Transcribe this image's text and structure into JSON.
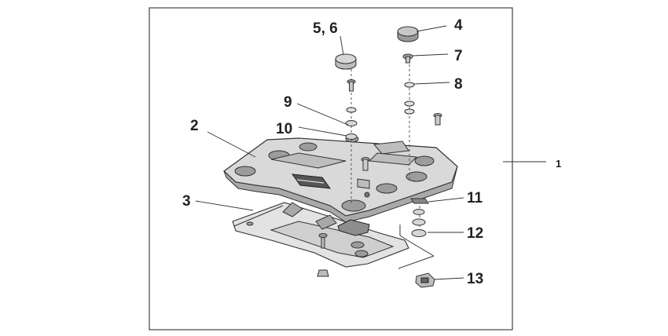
{
  "diagram": {
    "colors": {
      "line": "#333333",
      "part_fill": "#d8d8d8",
      "part_dark": "#9a9a9a",
      "background": "#ffffff"
    },
    "callouts": {
      "c1": "1",
      "c2": "2",
      "c3": "3",
      "c4": "4",
      "c5_6": "5, 6",
      "c7": "7",
      "c8": "8",
      "c9": "9",
      "c10": "10",
      "c11": "11",
      "c12": "12",
      "c13": "13"
    }
  }
}
